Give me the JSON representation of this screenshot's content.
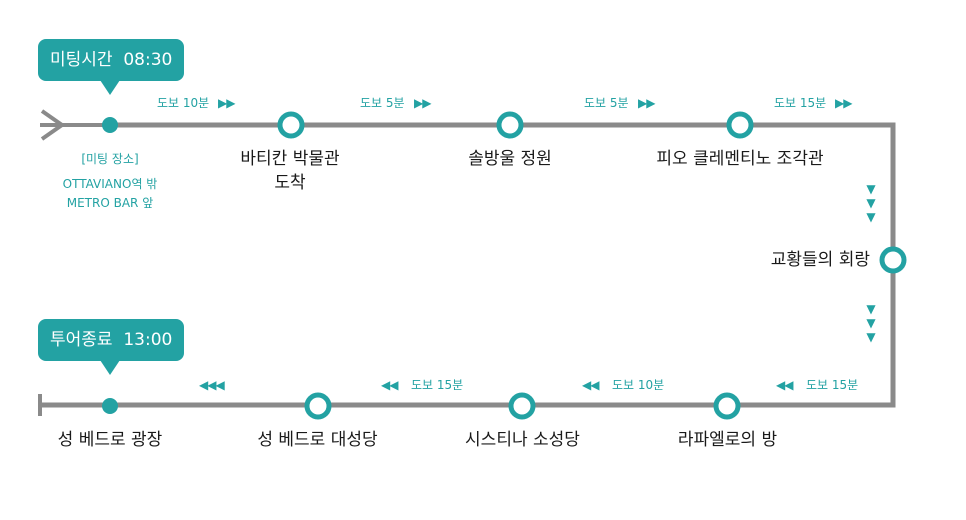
{
  "meeting": {
    "time_label": "미팅시간  08:30",
    "note_title": "[미팅 장소]",
    "note_line1": "OTTAVIANO역 밖",
    "note_line2": "METRO BAR 앞"
  },
  "tour_end": {
    "time_label": "투어종료  13:00"
  },
  "stops": {
    "vatican_line1": "바티칸 박물관",
    "vatican_line2": "도착",
    "pine_garden": "솔방울 정원",
    "pio_clementino": "피오 클레멘티노 조각관",
    "tapestries": "교황들의 회랑",
    "raphael": "라파엘로의 방",
    "sistine": "시스티나 소성당",
    "basilica": "성 베드로 대성당",
    "square": "성 베드로 광장"
  },
  "walks": {
    "w1": "도보 10분",
    "w2": "도보 5분",
    "w3": "도보 5분",
    "w4": "도보 15분",
    "w5": "도보 15분",
    "w6": "도보 10분",
    "w7": "도보 15분"
  },
  "icons": {
    "right": "▶▶",
    "left": "◀◀",
    "left_triple": "◀◀◀",
    "down": "▼"
  },
  "colors": {
    "accent": "#23a2a3",
    "line": "#8a8a8a",
    "text": "#1a1a1a"
  }
}
